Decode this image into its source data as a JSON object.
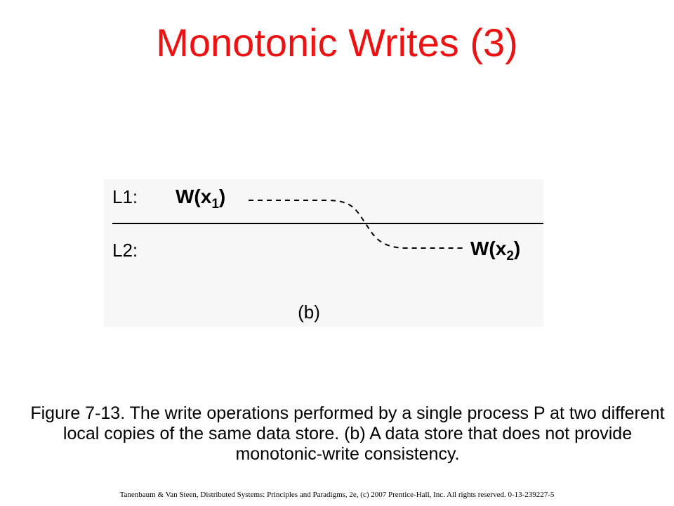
{
  "slide": {
    "title": "Monotonic Writes (3)",
    "title_color": "#ee1111"
  },
  "figure": {
    "row1_label": "L1:",
    "row2_label": "L2:",
    "write1": {
      "base": "W(x",
      "subscript": "1",
      "close": ")"
    },
    "write2": {
      "base": "W(x",
      "subscript": "2",
      "close": ")"
    },
    "panel_label": "(b)"
  },
  "caption": {
    "text": "Figure 7-13. The write operations performed by a single process P at two different local copies of the same data store. (b) A data store that does not provide monotonic-write consistency."
  },
  "footer": {
    "text": "Tanenbaum & Van Steen, Distributed Systems: Principles and Paradigms, 2e, (c) 2007 Prentice-Hall, Inc. All rights reserved. 0-13-239227-5"
  }
}
